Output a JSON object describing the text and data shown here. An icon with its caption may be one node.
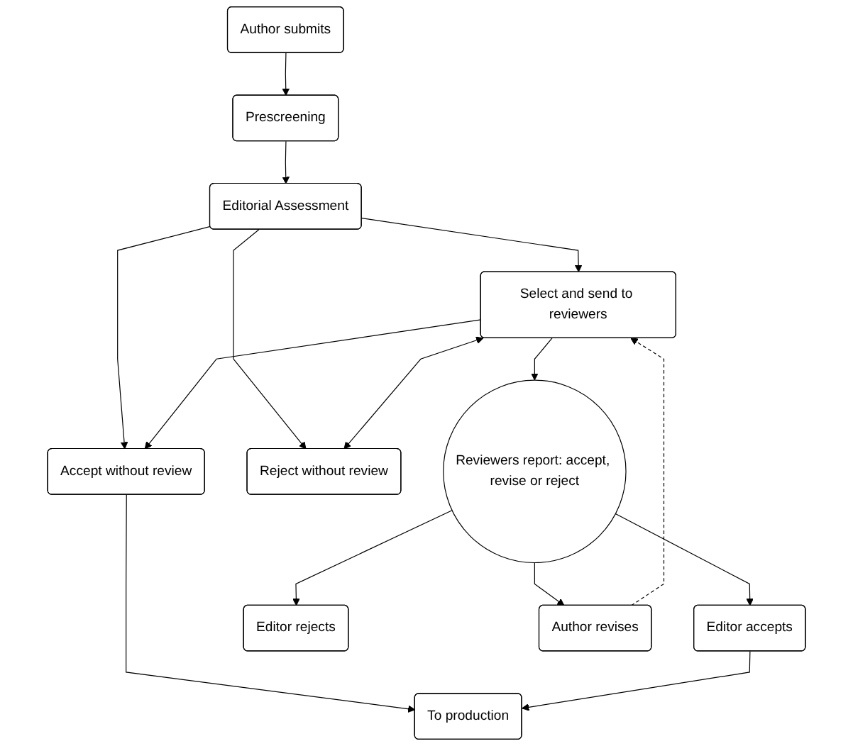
{
  "diagram": {
    "nodes": [
      {
        "text": [
          "Author submits"
        ]
      },
      {
        "text": [
          "Prescreening"
        ]
      },
      {
        "text": [
          "Editorial Assessment"
        ]
      },
      {
        "text": [
          "Accept without review"
        ]
      },
      {
        "text": [
          "Select and send to reviewers"
        ]
      },
      {
        "text": [
          "Reject without review"
        ]
      },
      {
        "text": [
          "To production"
        ]
      },
      {
        "text": [
          "Editor accepts"
        ]
      },
      {
        "text": [
          "Reviewers report: accept, revise or reject"
        ]
      },
      {
        "text": [
          "Editor rejects"
        ]
      },
      {
        "text": [
          "Author revises"
        ]
      }
    ],
    "edges": [
      {
        "from": 0,
        "to": 1,
        "arrow": "to"
      },
      {
        "from": 1,
        "to": 2,
        "arrow": "to"
      },
      {
        "from": 2,
        "to": 3,
        "arrow": "to"
      },
      {
        "from": 2,
        "to": 4,
        "arrow": "to"
      },
      {
        "from": 2,
        "to": 5,
        "arrow": "to"
      },
      {
        "from": 4,
        "to": 3,
        "arrow": "to"
      },
      {
        "from": 4,
        "to": 5,
        "arrow": "both"
      },
      {
        "from": 3,
        "to": 6,
        "arrow": "to"
      },
      {
        "from": 4,
        "to": 8,
        "arrow": "to"
      },
      {
        "from": 8,
        "to": 7,
        "arrow": "to"
      },
      {
        "from": 7,
        "to": 6,
        "arrow": "to"
      },
      {
        "from": 8,
        "to": 9,
        "arrow": "to"
      },
      {
        "from": 8,
        "to": 10,
        "arrow": "to"
      },
      {
        "from": 10,
        "to": 4,
        "arrow": "to",
        "style": "dashed"
      }
    ]
  }
}
